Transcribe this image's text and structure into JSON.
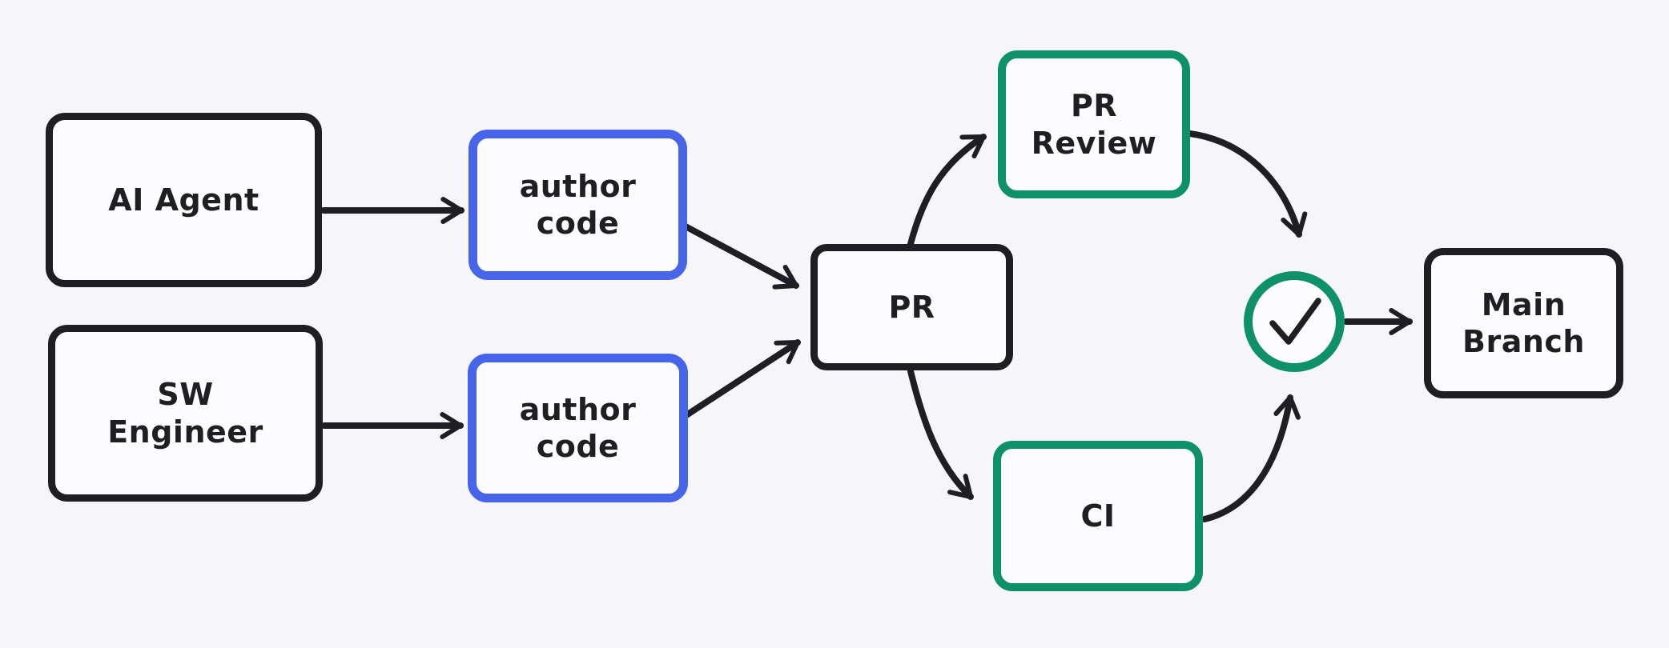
{
  "diagram": {
    "type": "flowchart",
    "background": "#f6f6fa",
    "colors": {
      "bg": "#f6f6fa",
      "ink": "#1e1e24",
      "blue": "#4665e8",
      "green": "#0f9168",
      "node_fill": "#fcfcfe"
    },
    "nodes": {
      "ai_agent": {
        "lines": [
          "AI Agent"
        ],
        "border_color": "black"
      },
      "sw_engineer": {
        "lines": [
          "SW",
          "Engineer"
        ],
        "border_color": "black"
      },
      "author_code_top": {
        "lines": [
          "author",
          "code"
        ],
        "border_color": "blue"
      },
      "author_code_bottom": {
        "lines": [
          "author",
          "code"
        ],
        "border_color": "blue"
      },
      "pr": {
        "lines": [
          "PR"
        ],
        "border_color": "black"
      },
      "pr_review": {
        "lines": [
          "PR",
          "Review"
        ],
        "border_color": "green"
      },
      "ci": {
        "lines": [
          "CI"
        ],
        "border_color": "green"
      },
      "check": {
        "icon": "check-icon",
        "border_color": "green"
      },
      "main_branch": {
        "lines": [
          "Main",
          "Branch"
        ],
        "border_color": "black"
      }
    },
    "edges": [
      {
        "from": "ai_agent",
        "to": "author_code_top"
      },
      {
        "from": "sw_engineer",
        "to": "author_code_bottom"
      },
      {
        "from": "author_code_top",
        "to": "pr"
      },
      {
        "from": "author_code_bottom",
        "to": "pr"
      },
      {
        "from": "pr",
        "to": "pr_review"
      },
      {
        "from": "pr",
        "to": "ci"
      },
      {
        "from": "pr_review",
        "to": "check"
      },
      {
        "from": "ci",
        "to": "check"
      },
      {
        "from": "check",
        "to": "main_branch"
      }
    ]
  }
}
